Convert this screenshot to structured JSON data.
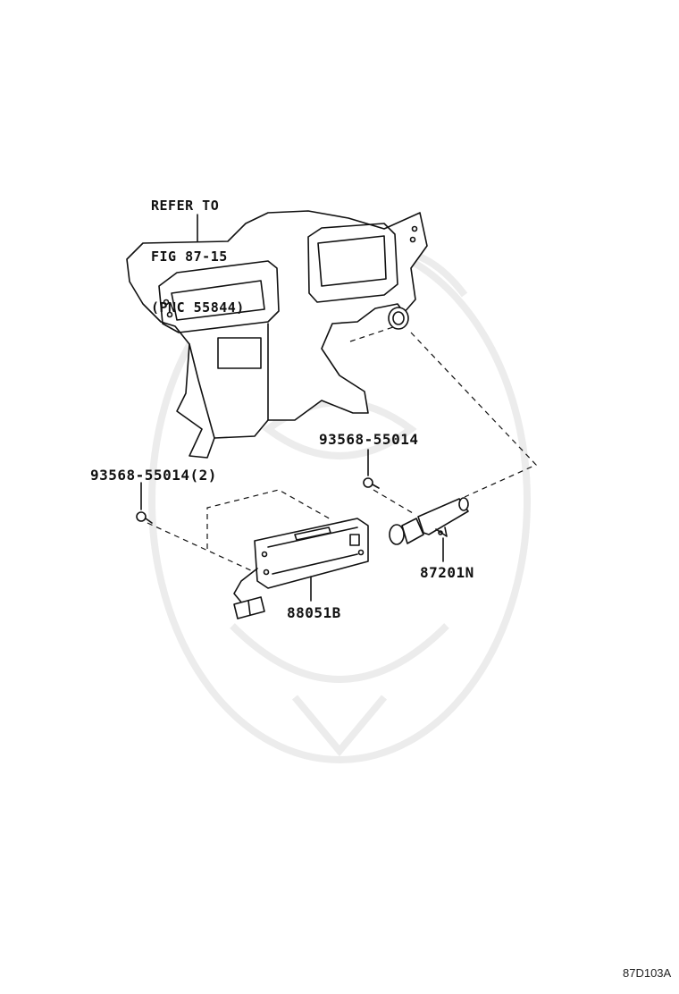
{
  "labels": {
    "refer_line1": "REFER TO",
    "refer_line2": "FIG 87-15",
    "refer_line3": "(PNC 55844)",
    "screw_right": "93568-55014",
    "screw_left": "93568-55014(2)",
    "lighter": "87201N",
    "clock": "88051B",
    "figure_code": "87D103A"
  }
}
